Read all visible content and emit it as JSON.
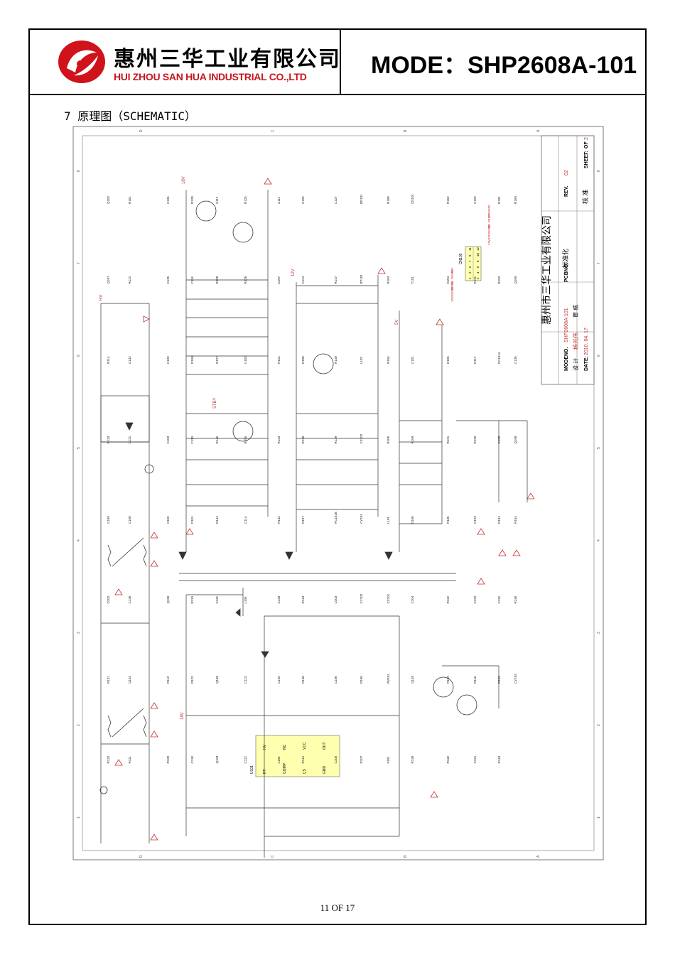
{
  "header": {
    "company_cn": "惠州三华工业有限公司",
    "company_en": "HUI ZHOU SAN HUA INDUSTRIAL CO.,LTD",
    "model_title": "MODE：SHP2608A-101"
  },
  "section_title": "7 原理图（SCHEMATIC）",
  "page_number": "11 OF 17",
  "schematic": {
    "grid_letters": [
      "D",
      "C",
      "B",
      "A"
    ],
    "grid_numbers": [
      "8",
      "7",
      "6",
      "5",
      "4",
      "3",
      "2",
      "1"
    ],
    "title_block": {
      "company": "惠州市三华工业有限公司",
      "rev_label": "REV.",
      "rev_value": "02",
      "sheet_label": "SHEET:",
      "sheet_value": "1",
      "of_label": "OF",
      "of_value": "2",
      "model_label": "MODENO.",
      "model_value": "SHP2608A-101",
      "pcb_label": "PCBNO.",
      "date_label": "DATE:",
      "date_value": "2010. 04. 17",
      "design_label": "设 计",
      "designer": "杨光伟",
      "review_label": "审 核",
      "standard_label": "标准化",
      "approve_label": "核 准"
    },
    "connector": {
      "name": "CN102",
      "left_pins": [
        "1",
        "3",
        "5",
        "7",
        "9",
        "11"
      ],
      "right_pins": [
        "2",
        "4",
        "6",
        "8",
        "10",
        "12"
      ],
      "left_nets": [
        "12V",
        "SGND",
        "SGND",
        "5V",
        "SGND",
        "ADJ"
      ],
      "right_nets": [
        "12V",
        "12V",
        "SGND",
        "5V",
        "STBY",
        "ON/OFF"
      ]
    },
    "ic": {
      "name": "U101",
      "pins_top": [
        "HV",
        "NC",
        "VCC",
        "OUT"
      ],
      "pins_bottom": [
        "RT",
        "COMP",
        "CS",
        "GND"
      ]
    },
    "rails": [
      "18V",
      "12V",
      "5V",
      "HV",
      "18V",
      "STBY"
    ],
    "components": [
      "Q102",
      "Q107",
      "R114",
      "R133",
      "C109",
      "D102",
      "R131",
      "R132",
      "R151",
      "R113",
      "C132",
      "C131",
      "C108",
      "C130",
      "Q101",
      "R111",
      "C134",
      "C135",
      "C133",
      "C103",
      "C102",
      "Q106",
      "R112",
      "R129",
      "R130",
      "C116",
      "R150",
      "C110",
      "D101",
      "R110",
      "R122",
      "C118",
      "C117",
      "R128",
      "R127",
      "R145",
      "R144",
      "C115",
      "Q105",
      "Q104",
      "R125",
      "R126",
      "U102",
      "R155",
      "C114",
      "L105",
      "C113",
      "C112",
      "C111",
      "D107",
      "R124",
      "R123",
      "R142",
      "C128",
      "C126",
      "L106",
      "C125",
      "C124",
      "D108",
      "R138",
      "R137",
      "R143",
      "R148",
      "R141",
      "C127",
      "R147",
      "R140",
      "R139",
      "PC101B",
      "U103",
      "C106",
      "C105",
      "BD101",
      "RT101",
      "L102",
      "CX102",
      "CY101",
      "CY102",
      "R106",
      "R107",
      "R108",
      "R103",
      "R104",
      "R105",
      "L101",
      "CX101",
      "RV101",
      "F101",
      "CN101",
      "T101",
      "C101",
      "R109",
      "D106",
      "C104",
      "Q103",
      "R136",
      "R152",
      "D104",
      "D105",
      "R121",
      "R135",
      "R119",
      "R153",
      "R118",
      "C129",
      "R115",
      "R117",
      "R120",
      "C123",
      "C122",
      "R116",
      "C121",
      "R101",
      "R102",
      "PC101A",
      "C120",
      "R134",
      "C119",
      "D103",
      "R149",
      "R150",
      "Q109",
      "C136",
      "Q108",
      "R154",
      "R146",
      "CY103"
    ]
  }
}
